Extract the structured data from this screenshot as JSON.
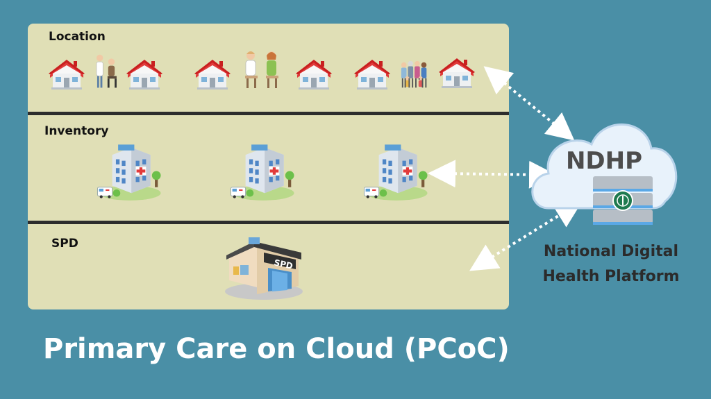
{
  "title": "Primary Care on Cloud (PCoC)",
  "rows": {
    "location": "Location",
    "inventory": "Inventory",
    "spd": "SPD"
  },
  "cloud": {
    "name": "NDHP",
    "platform_line1": "National Digital",
    "platform_line2": "Health Platform"
  },
  "building_sign": "SPD",
  "colors": {
    "background": "#4a8fa6",
    "panel": "#e0dfb6",
    "divider": "#2d2d2d",
    "cloud": "#e8f2fb",
    "roof": "#d62b2b"
  },
  "icons": [
    "house-icon",
    "people-icon",
    "hospital-icon",
    "store-building-icon",
    "server-icon",
    "cloud-icon"
  ]
}
